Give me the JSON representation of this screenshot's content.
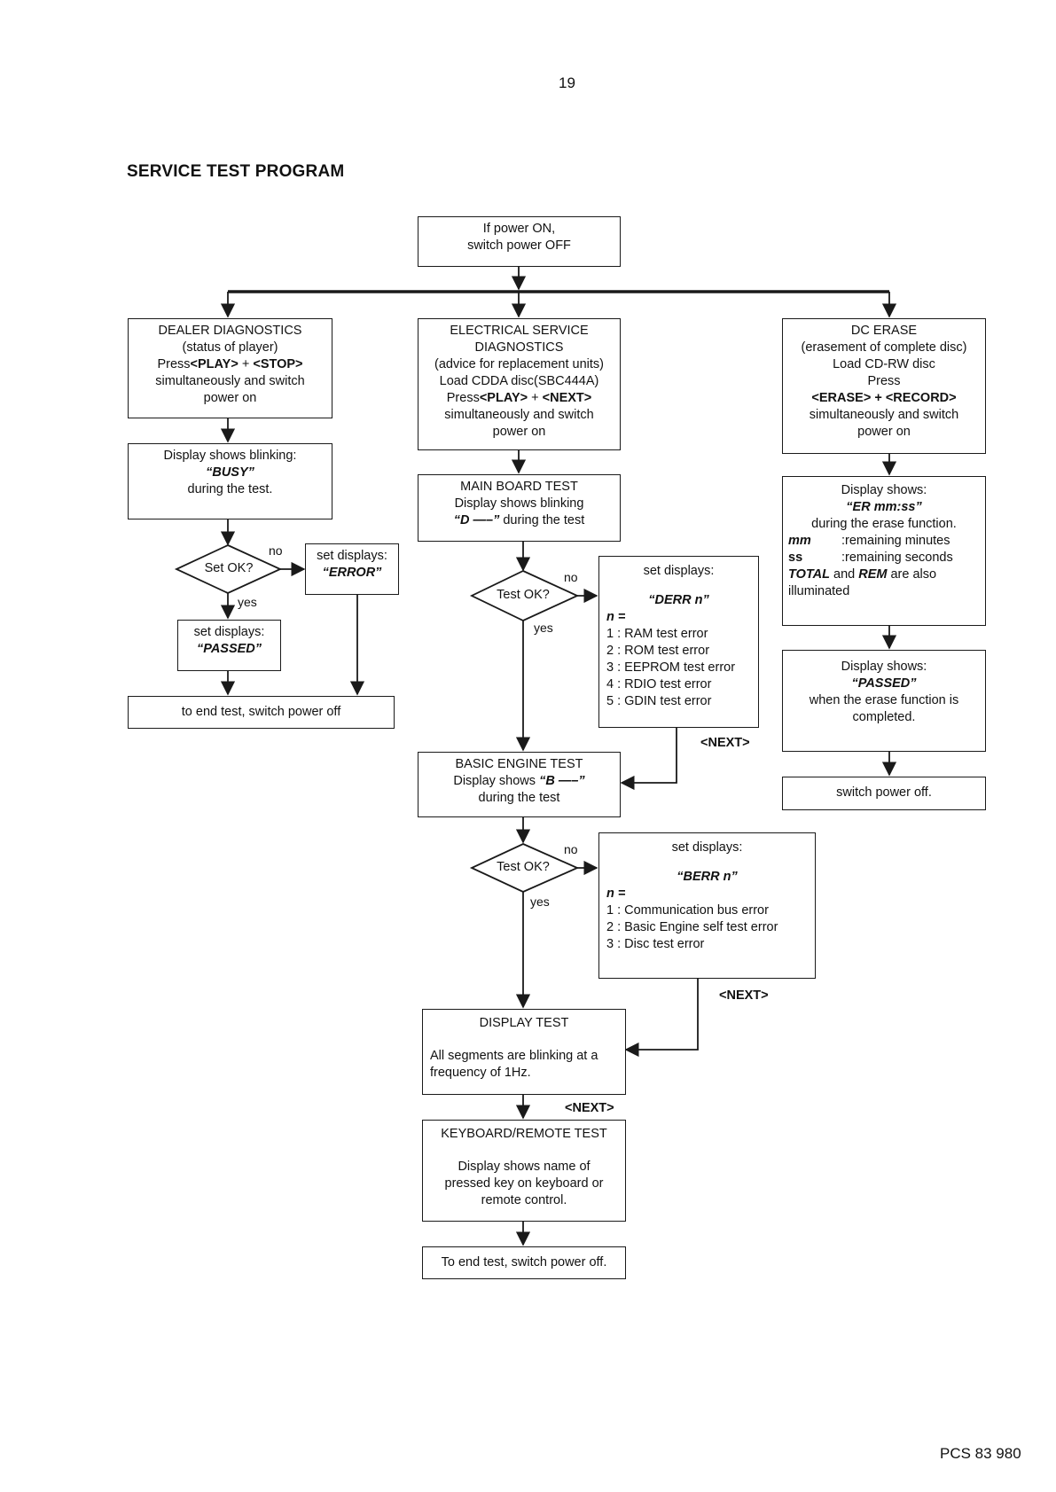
{
  "page": {
    "number": "19",
    "heading": "SERVICE TEST PROGRAM",
    "doc_code": "PCS 83 980"
  },
  "start": {
    "line1": "If power ON,",
    "line2": "switch power OFF"
  },
  "dealer": {
    "title": "DEALER DIAGNOSTICS",
    "line2": "(status of player)",
    "press_prefix": "Press",
    "key1": "<PLAY>",
    "plus": " + ",
    "key2": "<STOP>",
    "line4": "simultaneously and switch",
    "line5": "power on",
    "busy_line1": "Display shows blinking:",
    "busy_value": "“BUSY”",
    "busy_line3": "during the test.",
    "decision": "Set OK?",
    "no": "no",
    "yes": "yes",
    "error_line1": "set displays:",
    "error_value": "“ERROR”",
    "passed_line1": "set displays:",
    "passed_value": "“PASSED”",
    "end": "to end test, switch power off"
  },
  "electrical": {
    "title1": "ELECTRICAL SERVICE",
    "title2": "DIAGNOSTICS",
    "line3": "(advice for replacement units)",
    "line4": "Load CDDA disc(SBC444A)",
    "press_prefix": "Press",
    "key1": "<PLAY>",
    "plus": " + ",
    "key2": "<NEXT>",
    "line6": "simultaneously and switch",
    "line7": "power on"
  },
  "main_board": {
    "title": "MAIN BOARD TEST",
    "line2": "Display shows blinking",
    "display_value": "“D —–”",
    "line3_suffix": " during the test",
    "decision": "Test OK?",
    "no": "no",
    "yes": "yes",
    "err_title": "set displays:",
    "err_value": "“DERR n”",
    "n_label": "n =",
    "errors": [
      "1 : RAM test error",
      "2 : ROM test error",
      "3 : EEPROM test error",
      "4 : RDIO test error",
      "5 : GDIN test error"
    ],
    "next": "<NEXT>"
  },
  "basic_engine": {
    "title": "BASIC ENGINE TEST",
    "line2_prefix": "Display shows ",
    "display_value": "“B —–”",
    "line3": "during the test",
    "decision": "Test OK?",
    "no": "no",
    "yes": "yes",
    "err_title": "set displays:",
    "err_value": "“BERR n”",
    "n_label": "n =",
    "errors": [
      "1 : Communication bus error",
      "2 : Basic Engine self test error",
      "3 : Disc test error"
    ],
    "next": "<NEXT>"
  },
  "display_test": {
    "title": "DISPLAY TEST",
    "line2": "All segments are blinking at a",
    "line3": "frequency of 1Hz.",
    "next": "<NEXT>"
  },
  "keyboard": {
    "title": "KEYBOARD/REMOTE TEST",
    "line2": "Display shows name of",
    "line3": "pressed key on keyboard or",
    "line4": "remote control."
  },
  "final_end": "To end test, switch power off.",
  "dc_erase": {
    "title": "DC ERASE",
    "line2": "(erasement of complete disc)",
    "line3": "Load CD-RW disc",
    "line4": "Press",
    "key1": "<ERASE>",
    "plus": " + ",
    "key2": "<RECORD>",
    "line6": "simultaneously and switch",
    "line7": "power on",
    "show_title": "Display shows:",
    "show_value": "“ER mm:ss”",
    "show_line3": "during the erase function.",
    "mm_key": "mm",
    "mm_desc": ":remaining minutes",
    "ss_key": "ss",
    "ss_desc": ":remaining seconds",
    "total": "TOTAL",
    "and": " and ",
    "rem": "REM",
    "are_also": " are also",
    "illuminated": "illuminated",
    "passed_title": "Display shows:",
    "passed_value": "“PASSED”",
    "passed_line3": "when the erase function is",
    "passed_line4": "completed.",
    "end": "switch power off."
  }
}
